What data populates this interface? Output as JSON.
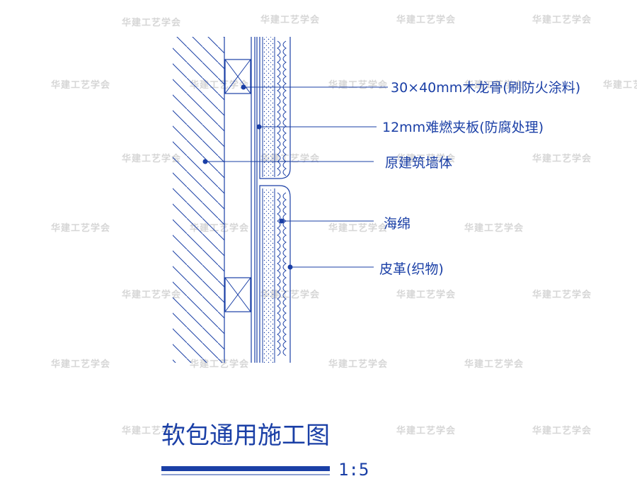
{
  "watermark": "华建工艺学会",
  "labels": {
    "wood_keel": "30×40mm木龙骨(刷防火涂料)",
    "board": "12mm难燃夹板(防腐处理)",
    "wall": "原建筑墙体",
    "sponge": "海绵",
    "leather": "皮革(织物)"
  },
  "title": "软包通用施工图",
  "scale": "1:5",
  "colors": {
    "line": "#1a3fa6",
    "watermark": "#d6d6d6"
  }
}
